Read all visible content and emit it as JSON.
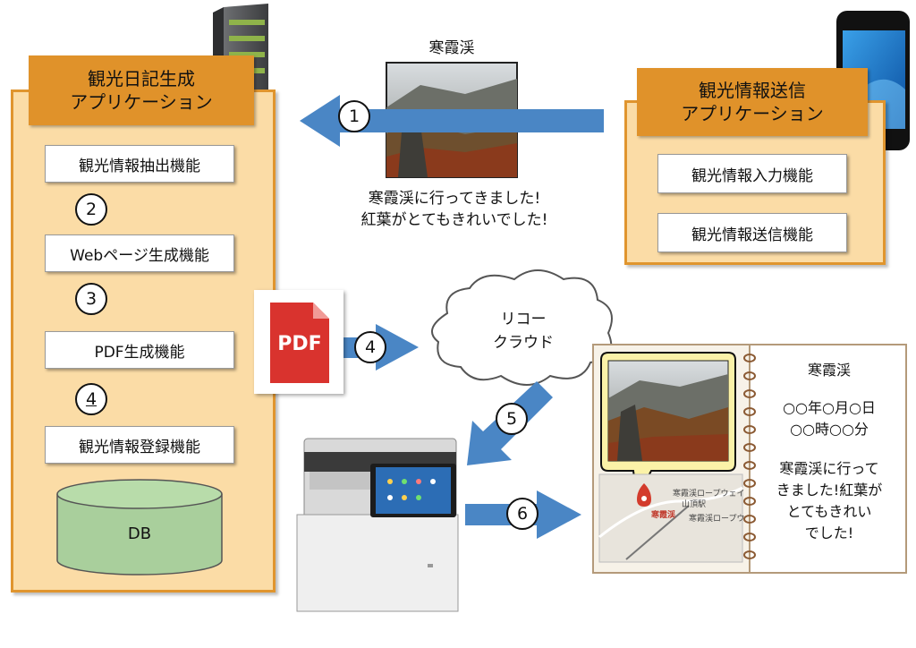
{
  "left_app": {
    "title": "観光日記生成\nアプリケーション",
    "functions": [
      "観光情報抽出機能",
      "Webページ生成機能",
      "PDF生成機能",
      "観光情報登録機能"
    ],
    "db_label": "DB"
  },
  "right_app": {
    "title": "観光情報送信\nアプリケーション",
    "functions": [
      "観光情報入力機能",
      "観光情報送信機能"
    ]
  },
  "photo": {
    "title": "寒霞渓",
    "caption": "寒霞渓に行ってきました!\n紅葉がとてもきれいでした!"
  },
  "steps": [
    "1",
    "2",
    "3",
    "4",
    "4",
    "5",
    "6"
  ],
  "cloud_label": "リコー\nクラウド",
  "pdf_icon_text": "PDF",
  "diary": {
    "title": "寒霞渓",
    "date": "○○年○月○日\n○○時○○分",
    "text": "寒霞渓に行って\nきました!紅葉が\nとてもきれい\nでした!",
    "map_labels": [
      "寒霞渓ロープウェイ",
      "山頂駅",
      "寒霞渓",
      "寒霞渓ロープウ"
    ]
  },
  "colors": {
    "arrow": "#4a86c5",
    "panel": "#fbdca6",
    "title": "#e0922a",
    "db": "#a9cf9c"
  }
}
